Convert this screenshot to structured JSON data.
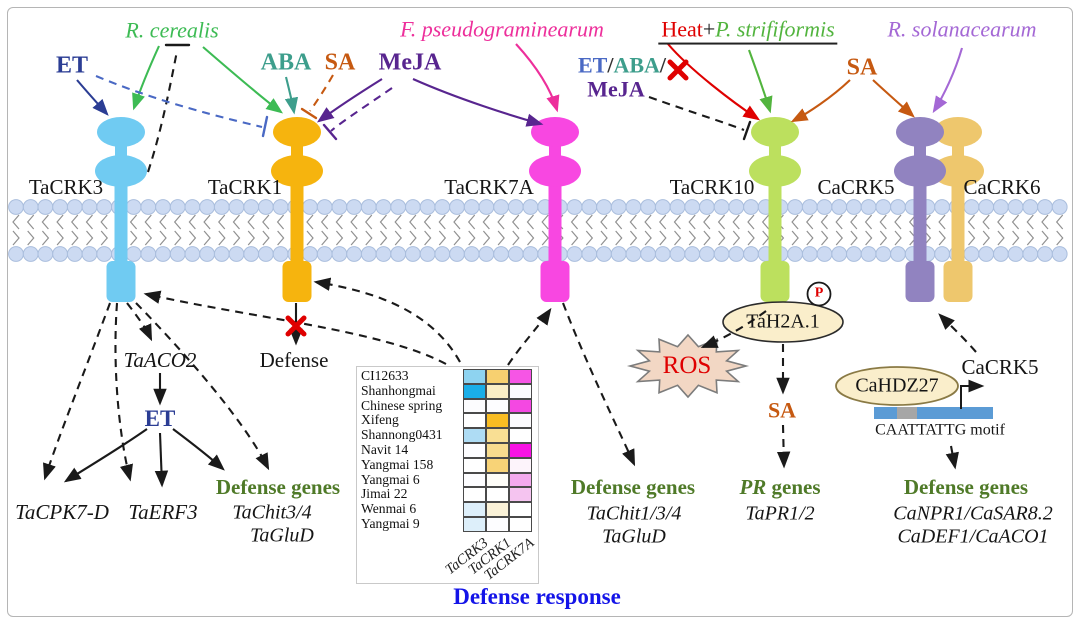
{
  "pathogens": {
    "r_cerealis": "R. cerealis",
    "f_pseudograminearum": "F. pseudograminearum",
    "heat": "Heat",
    "plus": "+",
    "p_strififormis": "P. strififormis",
    "r_solanacearum": "R. solanacearum"
  },
  "hormones": {
    "et": "ET",
    "aba": "ABA",
    "sa": "SA",
    "meja": "MeJA",
    "et2": "ET",
    "slash1": "/",
    "aba2": "ABA",
    "slash2": "/",
    "meja2": "MeJA",
    "sa2": "SA"
  },
  "receptors": [
    {
      "id": "tacrk3",
      "label": "TaCRK3",
      "color": "#70cbf2"
    },
    {
      "id": "tacrk1",
      "label": "TaCRK1",
      "color": "#f6b40e"
    },
    {
      "id": "tacrk7a",
      "label": "TaCRK7A",
      "color": "#f847e1"
    },
    {
      "id": "tacrk10",
      "label": "TaCRK10",
      "color": "#bce05e"
    },
    {
      "id": "cacrk5",
      "label": "CaCRK5",
      "color": "#9183c0"
    },
    {
      "id": "cacrk6",
      "label": "CaCRK6",
      "color": "#eec76d"
    }
  ],
  "left_pathway": {
    "taaco2": "TaACO2",
    "et": "ET",
    "tacpk7_d": "TaCPK7-D",
    "taerf3": "TaERF3",
    "defense_genes": "Defense genes",
    "tachit3_4": "TaChit3/4",
    "taglud": "TaGluD",
    "defense_blocked": "Defense"
  },
  "mid_pathway": {
    "defense_genes": "Defense genes",
    "tachit1_3_4": "TaChit1/3/4",
    "taglud": "TaGluD",
    "ros": "ROS",
    "tah2a1": "TaH2A.1",
    "phospho": "P",
    "sa": "SA",
    "pr": "PR",
    "genes_word": " genes",
    "tapr1_2": "TaPR1/2"
  },
  "right_pathway": {
    "cahdz27": "CaHDZ27",
    "cacrk5_gene": "CaCRK5",
    "motif": "CAATTATTG motif",
    "defense_genes": "Defense genes",
    "line1": "CaNPR1/CaSAR8.2",
    "line2": "CaDEF1/CaACO1"
  },
  "heatmap": {
    "col_labels": [
      "TaCRK3",
      "TaCRK1",
      "TaCRK7A"
    ],
    "rows": [
      {
        "label": "CI12633",
        "cells": [
          "#8ed3f0",
          "#f7d070",
          "#f655e5"
        ]
      },
      {
        "label": "Shanhongmai",
        "cells": [
          "#1aaee8",
          "#faeec6",
          "#fcfcfe"
        ]
      },
      {
        "label": "Chinese spring",
        "cells": [
          "#fcfcfe",
          "#fdfdff",
          "#f448e2"
        ]
      },
      {
        "label": "Xifeng",
        "cells": [
          "#ffffff",
          "#f9bd23",
          "#fcfbfd"
        ]
      },
      {
        "label": "Shannong0431",
        "cells": [
          "#aedcf4",
          "#f9df94",
          "#ffffff"
        ]
      },
      {
        "label": "Navit 14",
        "cells": [
          "#fdfdff",
          "#f8dc8e",
          "#f713e3"
        ]
      },
      {
        "label": "Yangmai 158",
        "cells": [
          "#ffffff",
          "#f8d377",
          "#fdf4fb"
        ]
      },
      {
        "label": "Yangmai 6",
        "cells": [
          "#fdfdff",
          "#fefdf8",
          "#f3a9ed"
        ]
      },
      {
        "label": "Jimai 22",
        "cells": [
          "#ffffff",
          "#ffffff",
          "#f5c4f0"
        ]
      },
      {
        "label": "Wenmai 6",
        "cells": [
          "#ddeffa",
          "#faf2d8",
          "#ffffff"
        ]
      },
      {
        "label": "Yangmai 9",
        "cells": [
          "#ddeffa",
          "#fdfdff",
          "#ffffff"
        ]
      }
    ]
  },
  "footer": {
    "defense_response": "Defense response"
  },
  "colors": {
    "et_blue": "#2b3d94",
    "et_light_blue": "#4a69c4",
    "cerealis_green": "#3dbb54",
    "strif_green": "#52b43e",
    "aba_teal": "#3d9e8c",
    "sa_orange": "#c65911",
    "meja_purple": "#58258f",
    "fusarium_pink": "#ed2f9b",
    "heat_red": "#df0000",
    "ralstonia_violet": "#a468d5",
    "defense_green": "#4f7a28",
    "title_blue": "#1414e8",
    "membrane_head": "#ccdaf2",
    "promoter_blue": "#5b9bd5",
    "motif_gray": "#a6a6a6",
    "oval_cream": "#faeecb",
    "ros_fill": "#f2d7c4"
  }
}
